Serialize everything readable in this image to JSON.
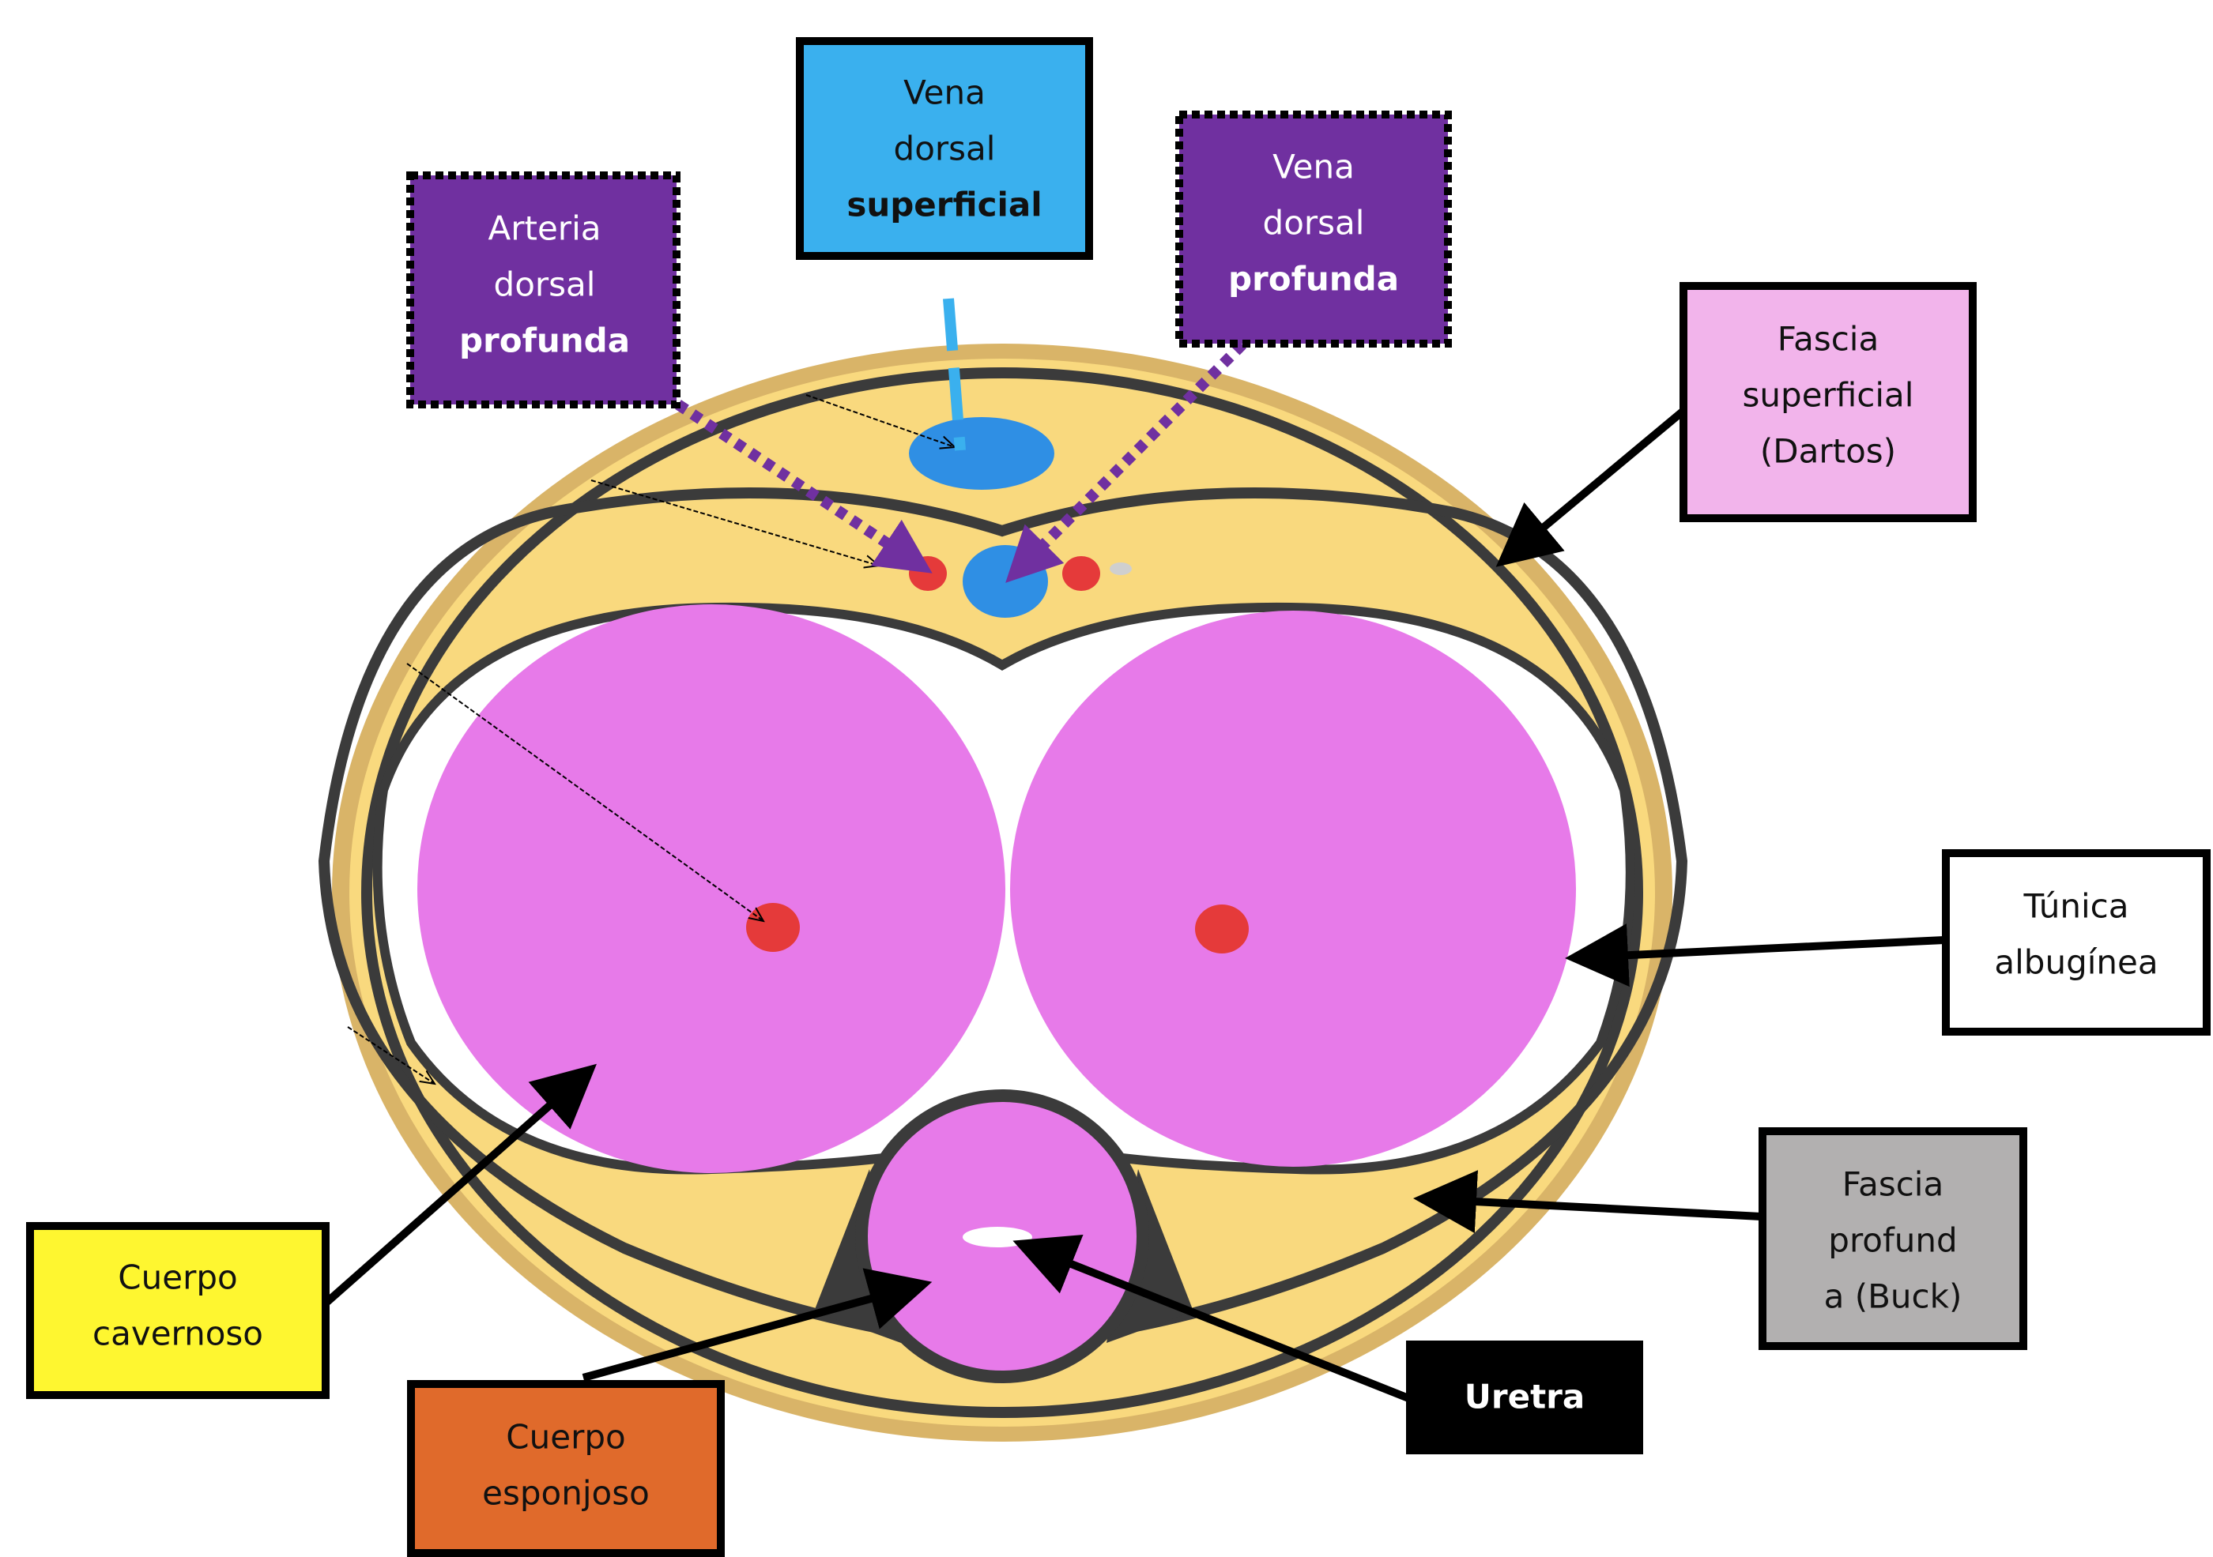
{
  "title": "",
  "colors": {
    "outer_ring": "#d9b468",
    "fat_fill": "#f9d97e",
    "fascia_line": "#3b3b3b",
    "corpus_fill": "#e77ae9",
    "vein_fill": "#2f8fe4",
    "artery_fill": "#e53a3a",
    "purple_box": "#7030a0",
    "blue_box": "#3ab0ee",
    "pink_box": "#f2b4eb",
    "white_box": "#ffffff",
    "gray_box": "#b2b0b0",
    "yellow_box": "#fef630",
    "orange_box": "#e06a2b",
    "black_box": "#000000"
  },
  "labels": {
    "arteria_dorsal_profunda": {
      "lines": [
        "Arteria",
        "dorsal",
        "profunda"
      ]
    },
    "vena_dorsal_superficial": {
      "lines": [
        "Vena",
        "dorsal",
        "superficial"
      ]
    },
    "vena_dorsal_profunda": {
      "lines": [
        "Vena",
        "dorsal",
        "profunda"
      ]
    },
    "fascia_superficial": {
      "lines": [
        "Fascia",
        "superficial",
        "(Dartos)"
      ]
    },
    "tunica_albuginea": {
      "lines": [
        "Túnica",
        "albugínea"
      ]
    },
    "fascia_profunda": {
      "lines": [
        "Fascia",
        "profund",
        "a (Buck)"
      ]
    },
    "cuerpo_cavernoso": {
      "lines": [
        "Cuerpo",
        "cavernoso"
      ]
    },
    "cuerpo_esponjoso": {
      "lines": [
        "Cuerpo",
        "esponjoso"
      ]
    },
    "uretra": {
      "lines": [
        "Uretra"
      ]
    }
  }
}
